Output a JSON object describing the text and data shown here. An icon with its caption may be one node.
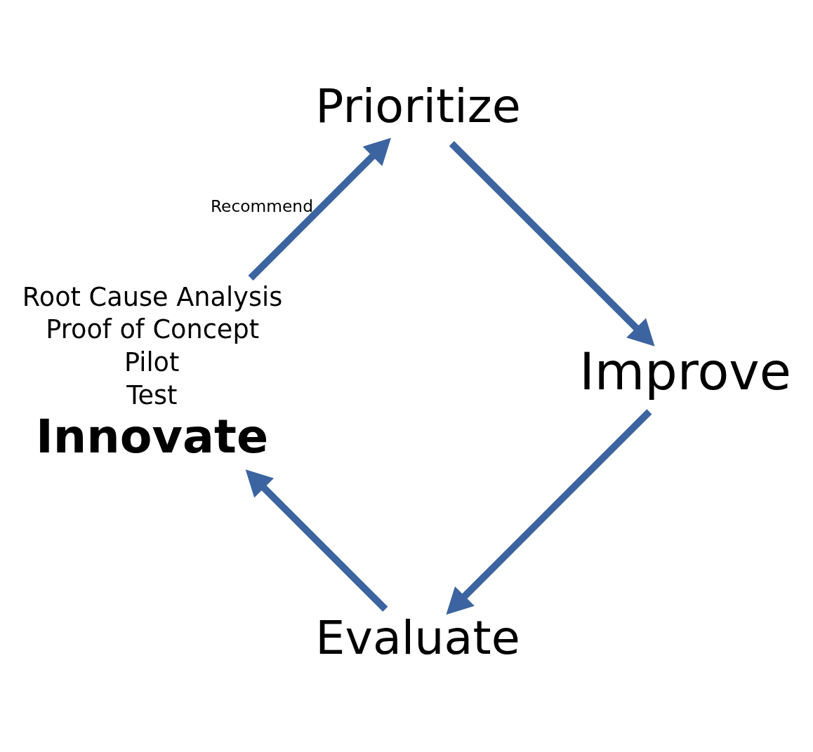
{
  "diagram": {
    "nodes": [
      {
        "text": [
          "Evaluate"
        ]
      },
      {
        "text": [
          "Innovate"
        ],
        "beside": [
          "Root Cause Analysis",
          "Proof of Concept",
          "Pilot",
          "Test"
        ]
      },
      {
        "text": [
          "Prioritize"
        ]
      },
      {
        "text": [
          "Improve"
        ]
      }
    ],
    "edges": [
      {
        "from": 0,
        "to": 1,
        "arrow": "to"
      },
      {
        "from": 1,
        "to": 2,
        "arrow": "to",
        "label": "Recommend"
      },
      {
        "from": 2,
        "to": 3,
        "arrow": "to"
      },
      {
        "from": 3,
        "to": 0,
        "arrow": "to"
      }
    ]
  }
}
